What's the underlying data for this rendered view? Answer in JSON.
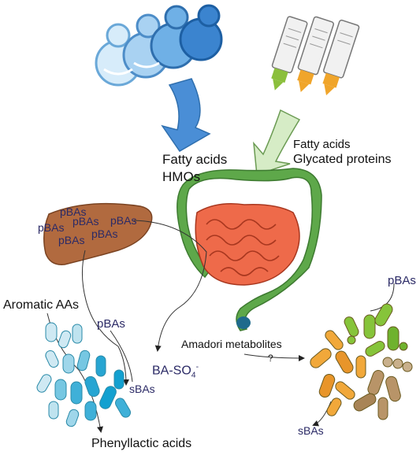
{
  "labels": {
    "breastfed_inputs": [
      "Fatty acids",
      "HMOs"
    ],
    "formula_inputs": [
      "Fatty acids",
      "Glycated proteins"
    ],
    "liver_pbas": [
      "pBAs",
      "pBAs",
      "pBAs",
      "pBAs",
      "pBAs",
      "pBAs"
    ],
    "left_pbas": "pBAs",
    "aromatic": "Aromatic AAs",
    "sbas_left": "sBAs",
    "phenyllactic": "Phenyllactic acids",
    "ba_so4_main": "BA-SO",
    "ba_so4_sub": "4",
    "ba_so4_sup": "-",
    "amadori": "Amadori metabolites",
    "question": "?",
    "right_pbas": "pBAs",
    "sbas_right": "sBAs"
  },
  "icons": {
    "babies": "baby-group-icon",
    "bottles": "formula-bottle-icon",
    "liver": "liver-icon",
    "intestine": "intestine-icon",
    "bacteria_left": "bacteria-cluster-icon",
    "bacteria_right": "bacteria-cluster-icon"
  },
  "colors": {
    "blue_arrow": "#4a8ed6",
    "green_arrow": "#d6ecc6",
    "liver": "#b16a3f",
    "small_intestine": "#ee6a4a",
    "colon": "#5ea84a",
    "text_dark": "#111111",
    "text_navy": "#2b2a66"
  }
}
